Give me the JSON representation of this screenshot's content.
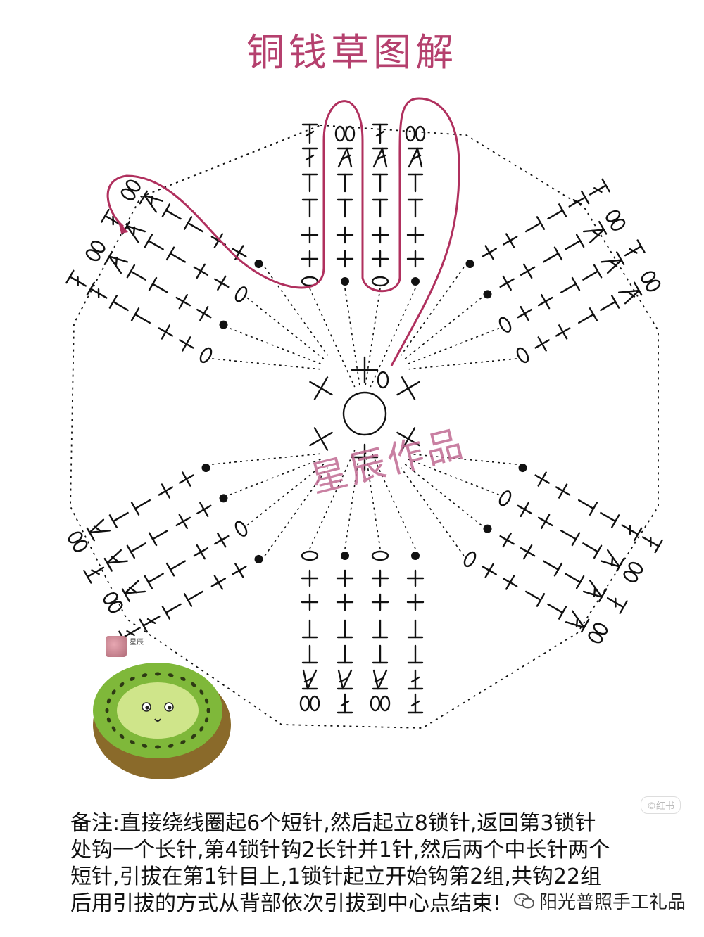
{
  "title": "铜钱草图解",
  "watermark": "星辰作品",
  "note_lines": [
    "备注:直接绕线圈起6个短针,然后起立8锁针,返回第3锁针",
    "处钩一个长针,第4锁针钩2长针并1针,然后两个中长针两个",
    "短针,引拔在第1针目上,1锁针起立开始钩第2组,共钩22组",
    "后用引拔的方式从背部依次引拔到中心点结束!"
  ],
  "account_name": "阳光普照手工礼品",
  "avatar_name": "星辰",
  "stamp_text": "©红书",
  "icons": {
    "wechat": "wechat-icon",
    "kiwi": "kiwi-sticker",
    "avatar": "avatar"
  },
  "colors": {
    "title": "#b5406e",
    "path_arrow": "#b0305e",
    "symbols": "#111111",
    "kiwi_flesh": "#7fb83a",
    "kiwi_skin": "#8a6a2a"
  }
}
